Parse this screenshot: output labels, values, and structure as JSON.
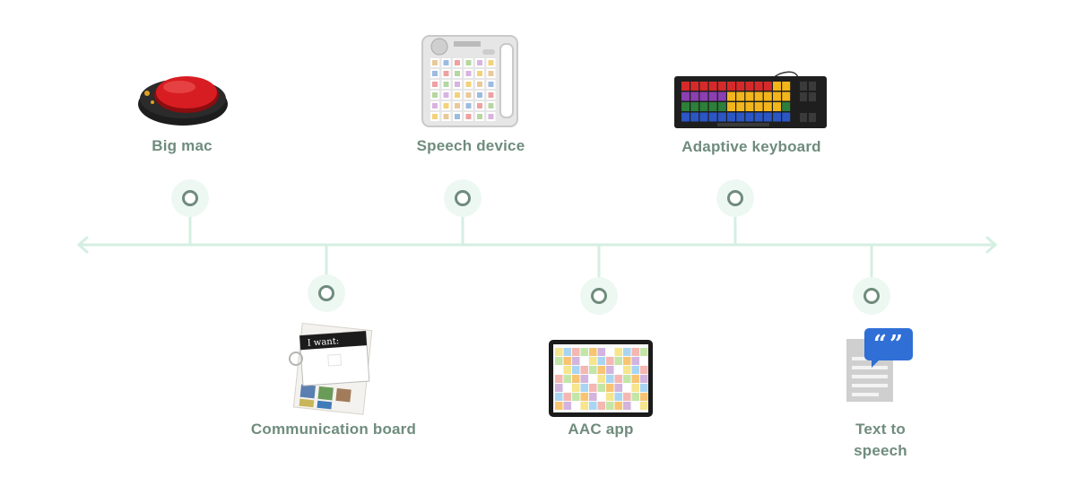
{
  "timeline": {
    "items": [
      {
        "label": "Big mac",
        "icon": "big-mac-switch-icon"
      },
      {
        "label": "Communication board",
        "icon": "communication-board-icon"
      },
      {
        "label": "Speech device",
        "icon": "speech-device-icon"
      },
      {
        "label": "AAC app",
        "icon": "aac-app-tablet-icon"
      },
      {
        "label": "Adaptive keyboard",
        "icon": "adaptive-keyboard-icon"
      },
      {
        "label": "Text to speech",
        "icon": "text-to-speech-icon"
      }
    ],
    "board_caption": "I want:",
    "colors": {
      "line": "#d4efe2",
      "node_bg": "#eef8f3",
      "node_ring": "#6f8c7d",
      "label": "#6f8c7d"
    }
  }
}
